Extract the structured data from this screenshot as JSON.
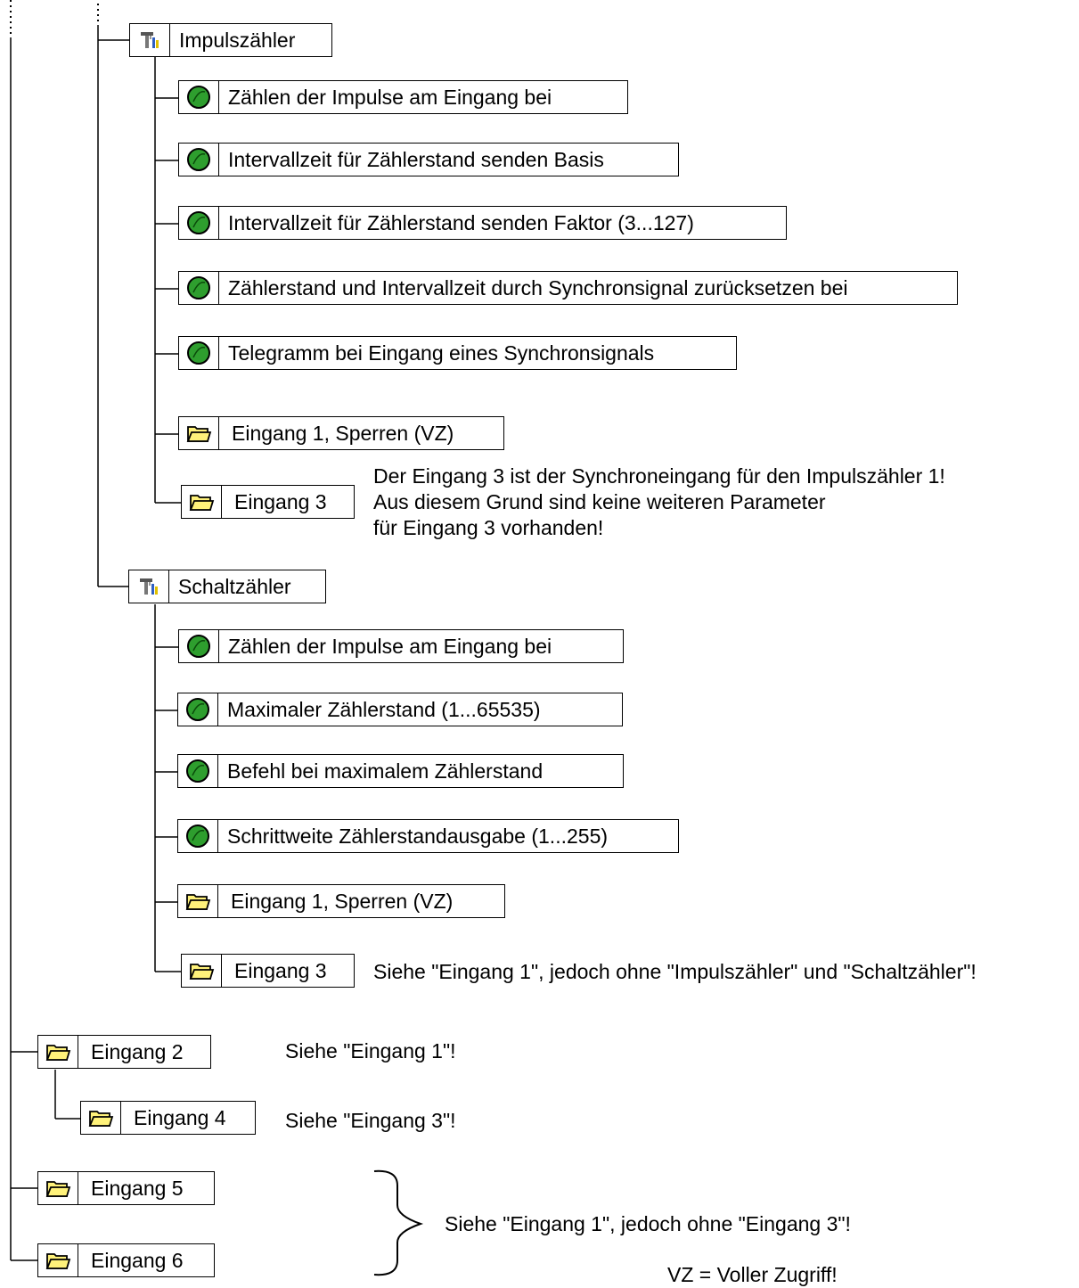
{
  "impulszaehler": {
    "label": "Impulszähler",
    "icon": "device-settings-icon",
    "items": [
      "Zählen der Impulse am Eingang bei",
      "Intervallzeit für Zählerstand senden Basis",
      "Intervallzeit für Zählerstand senden Faktor (3...127)",
      "Zählerstand und Intervallzeit durch Synchronsignal zurücksetzen bei",
      "Telegramm bei Eingang eines Synchronsignals"
    ],
    "folder_sperren": "Eingang 1, Sperren (VZ)",
    "folder_eingang3": "Eingang 3",
    "note_lines": [
      "Der Eingang 3 ist der Synchroneingang für den Impulszähler 1!",
      "Aus diesem Grund sind keine weiteren Parameter",
      "für Eingang 3 vorhanden!"
    ]
  },
  "schaltzaehler": {
    "label": "Schaltzähler",
    "icon": "device-settings-icon",
    "items": [
      "Zählen der Impulse am Eingang bei",
      "Maximaler Zählerstand (1...65535)",
      "Befehl bei maximalem Zählerstand",
      "Schrittweite Zählerstandausgabe (1...255)"
    ],
    "folder_sperren": "Eingang 1, Sperren (VZ)",
    "folder_eingang3": "Eingang 3",
    "note": "Siehe \"Eingang 1\", jedoch ohne \"Impulszähler\" und \"Schaltzähler\"!"
  },
  "eingang2": {
    "label": "Eingang 2",
    "note": "Siehe \"Eingang 1\"!"
  },
  "eingang4": {
    "label": "Eingang 4",
    "note": "Siehe \"Eingang 3\"!"
  },
  "eingang5": {
    "label": "Eingang 5"
  },
  "eingang6": {
    "label": "Eingang 6"
  },
  "brace_note": "Siehe \"Eingang 1\", jedoch ohne \"Eingang 3\"!",
  "legend": "VZ = Voller Zugriff!",
  "colors": {
    "param_green": "#2e9e2e",
    "folder_yellow": "#fff27a",
    "device_blue": "#3060c0"
  }
}
